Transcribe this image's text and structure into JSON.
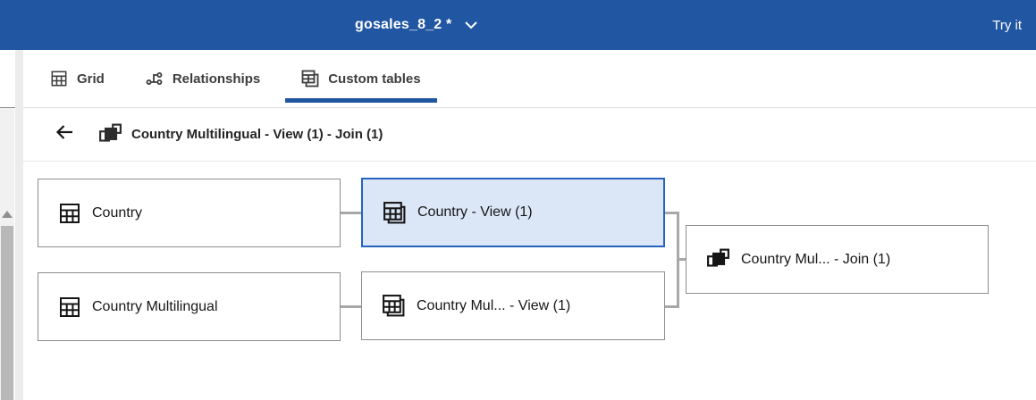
{
  "colors": {
    "header_bg": "#2156a2",
    "accent_underline": "#2156a2",
    "selected_node_border": "#2563c1",
    "selected_node_fill": "#dbe7f7",
    "node_border": "#8d8d8d",
    "connector": "#a8a8a8"
  },
  "header": {
    "title": "gosales_8_2 *",
    "try_it_label": "Try it"
  },
  "tabs": [
    {
      "label": "Grid",
      "icon": "table-icon",
      "active": false
    },
    {
      "label": "Relationships",
      "icon": "relationships-icon",
      "active": false
    },
    {
      "label": "Custom tables",
      "icon": "custom-tables-icon",
      "active": true
    }
  ],
  "breadcrumb": {
    "title": "Country Multilingual - View (1) - Join (1)",
    "icon": "join-icon"
  },
  "canvas": {
    "nodes": [
      {
        "label": "Country",
        "icon": "table-icon",
        "selected": false
      },
      {
        "label": "Country - View (1)",
        "icon": "view-icon",
        "selected": true
      },
      {
        "label": "Country Multilingual",
        "icon": "table-icon",
        "selected": false
      },
      {
        "label": "Country Mul... - View (1)",
        "icon": "view-icon",
        "selected": false
      },
      {
        "label": "Country Mul... - Join (1)",
        "icon": "join-icon",
        "selected": false
      }
    ]
  }
}
